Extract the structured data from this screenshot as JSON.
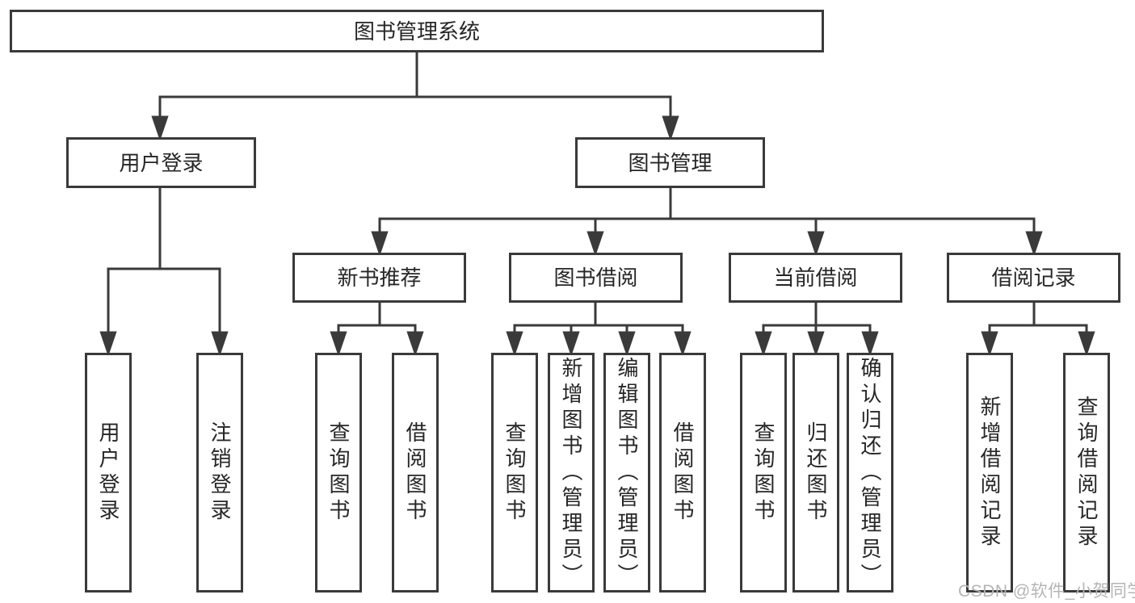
{
  "tree": {
    "root": {
      "label": "图书管理系统",
      "children": [
        {
          "label": "用户登录",
          "children": [
            {
              "label": "用户登录"
            },
            {
              "label": "注销登录"
            }
          ]
        },
        {
          "label": "图书管理",
          "children": [
            {
              "label": "新书推荐",
              "children": [
                {
                  "label": "查询图书"
                },
                {
                  "label": "借阅图书"
                }
              ]
            },
            {
              "label": "图书借阅",
              "children": [
                {
                  "label": "查询图书"
                },
                {
                  "label": "新增图书（管理员）"
                },
                {
                  "label": "编辑图书（管理员）"
                },
                {
                  "label": "借阅图书"
                }
              ]
            },
            {
              "label": "当前借阅",
              "children": [
                {
                  "label": "查询图书"
                },
                {
                  "label": "归还图书"
                },
                {
                  "label": "确认归还（管理员）"
                }
              ]
            },
            {
              "label": "借阅记录",
              "children": [
                {
                  "label": "新增借阅记录"
                },
                {
                  "label": "查询借阅记录"
                }
              ]
            }
          ]
        }
      ]
    }
  },
  "watermark": "CSDN @软件_小贺同学",
  "colors": {
    "line": "#3a3a3a",
    "text": "#262626",
    "background": "#ffffff",
    "watermark": "#b5b5b5"
  }
}
